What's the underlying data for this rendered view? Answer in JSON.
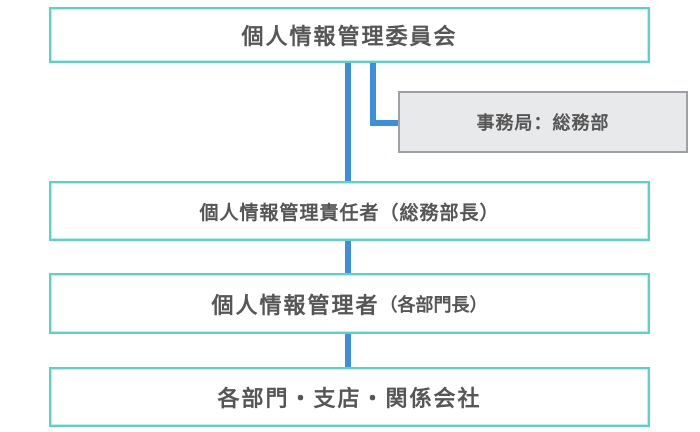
{
  "diagram": {
    "type": "org-chart",
    "nodes": {
      "committee": {
        "label": "個人情報管理委員会"
      },
      "secretariat": {
        "label": "事務局：総務部"
      },
      "supervisor": {
        "label": "個人情報管理責任者（総務部長）"
      },
      "manager": {
        "label_main": "個人情報管理者",
        "label_sub": "（各部門長）"
      },
      "departments": {
        "label": "各部門・支店・関係会社"
      }
    },
    "colors": {
      "box_border": "#5bd1c9",
      "box_background": "#ffffff",
      "secretariat_border": "#9ba1a7",
      "secretariat_background": "#e8e9eb",
      "connector": "#3e8ee0",
      "text": "#565656"
    }
  }
}
